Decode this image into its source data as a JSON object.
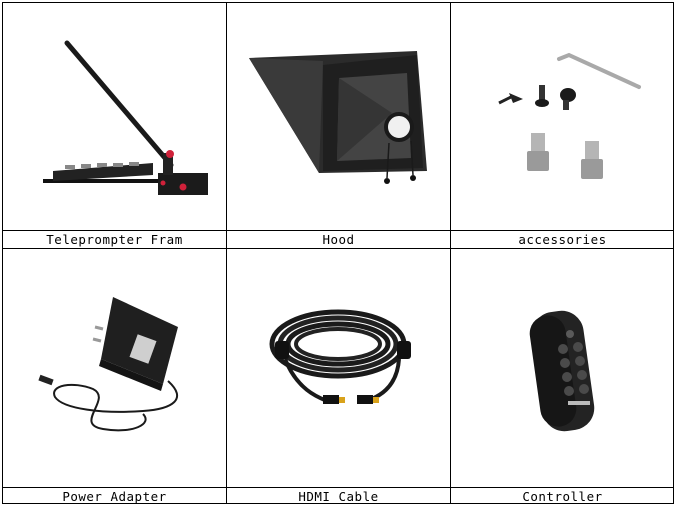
{
  "products": [
    {
      "caption": "Teleprompter Fram",
      "icon": "teleprompter-frame"
    },
    {
      "caption": "Hood",
      "icon": "hood"
    },
    {
      "caption": "accessories",
      "icon": "screws-and-hex-key"
    },
    {
      "caption": "Power Adapter",
      "icon": "power-adapter"
    },
    {
      "caption": "HDMI Cable",
      "icon": "hdmi-cable"
    },
    {
      "caption": "Controller",
      "icon": "remote-controller"
    }
  ]
}
